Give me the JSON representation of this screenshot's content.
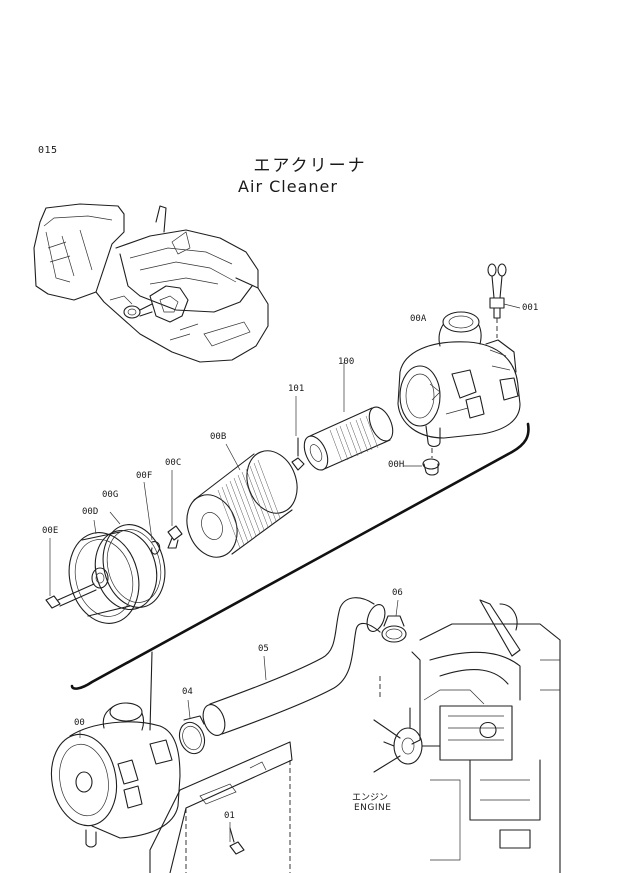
{
  "page": {
    "code": "015",
    "title_jp": "エアクリーナ",
    "title_en": "Air Cleaner"
  },
  "parts": [
    {
      "id": "001",
      "label": "001"
    },
    {
      "id": "00A",
      "label": "00A"
    },
    {
      "id": "100",
      "label": "100"
    },
    {
      "id": "101",
      "label": "101"
    },
    {
      "id": "00B",
      "label": "00B"
    },
    {
      "id": "00C",
      "label": "00C"
    },
    {
      "id": "00F",
      "label": "00F"
    },
    {
      "id": "00G",
      "label": "00G"
    },
    {
      "id": "00D",
      "label": "00D"
    },
    {
      "id": "00E",
      "label": "00E"
    },
    {
      "id": "00H",
      "label": "00H"
    },
    {
      "id": "06",
      "label": "06"
    },
    {
      "id": "05",
      "label": "05"
    },
    {
      "id": "04",
      "label": "04"
    },
    {
      "id": "00",
      "label": "00"
    },
    {
      "id": "01",
      "label": "01"
    }
  ],
  "engine": {
    "label_jp": "エンジン",
    "label_en": "ENGINE"
  },
  "colors": {
    "ink": "#1f1f1f",
    "paper": "#ffffff"
  }
}
